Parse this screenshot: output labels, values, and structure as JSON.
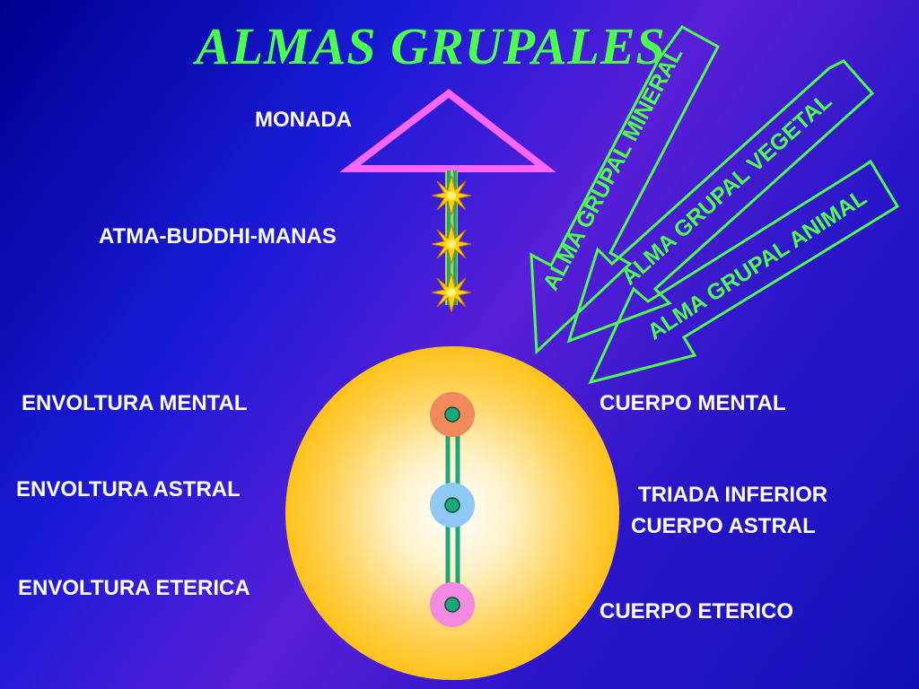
{
  "title": "ALMAS  GRUPALES",
  "labels": {
    "monada": "MONADA",
    "atma": "ATMA-BUDDHI-MANAS",
    "env_mental": "ENVOLTURA MENTAL",
    "env_astral": "ENVOLTURA ASTRAL",
    "env_eterica": "ENVOLTURA ETERICA",
    "cuerpo_mental": "CUERPO MENTAL",
    "triada": "TRIADA INFERIOR",
    "cuerpo_astral": "CUERPO ASTRAL",
    "cuerpo_eterico": "CUERPO ETERICO"
  },
  "arrows": [
    {
      "label": "ALMA GRUPAL MINERAL"
    },
    {
      "label": "ALMA GRUPAL VEGETAL"
    },
    {
      "label": "ALMA GRUPAL ANIMAL"
    }
  ],
  "colors": {
    "title": "#4cff4c",
    "arrow_stroke": "#4cff4c",
    "triangle": "#ff66ff",
    "sphere_outer": "#ffc21a",
    "node_mental": "#f08a5a",
    "node_astral": "#8ec8f4",
    "node_eterico": "#f48ae0",
    "node_center": "#1aa87a"
  }
}
